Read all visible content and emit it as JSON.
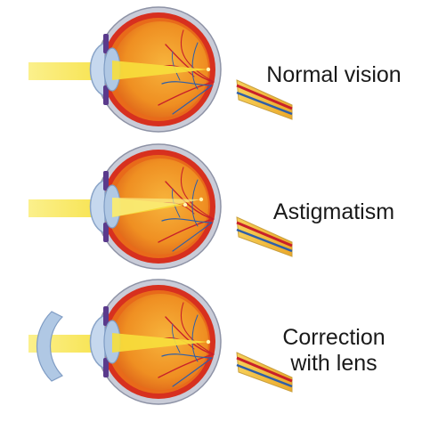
{
  "captions": {
    "normal": "Normal vision",
    "astigmatism": "Astigmatism",
    "correction_line1": "Correction",
    "correction_line2": "with lens"
  },
  "colors": {
    "sclera": "#c9ccd8",
    "choroid_outer": "#d7301f",
    "choroid_inner": "#e86a1a",
    "interior": "#f4a62a",
    "light_beam": "#fbef86",
    "focus_beam": "#f7df3c",
    "cornea": "#c6d8ee",
    "lens": "#b0c8e4",
    "vessel_red": "#c8202a",
    "vessel_blue": "#2e5ea8",
    "optic_nerve": "#f0b830",
    "text": "#1a1a1a"
  },
  "eyes": [
    {
      "id": "normal",
      "focus": "single"
    },
    {
      "id": "astigmatism",
      "focus": "double"
    },
    {
      "id": "correction",
      "focus": "single",
      "corrective_lens": true
    }
  ]
}
